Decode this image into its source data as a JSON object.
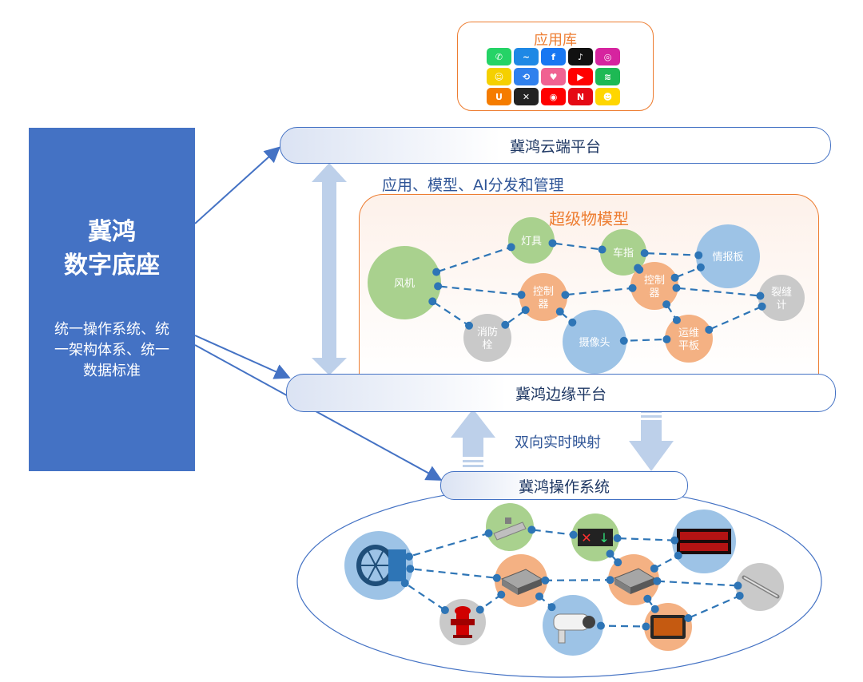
{
  "left_panel": {
    "title_line1": "冀鸿",
    "title_line2": "数字底座",
    "desc_line1": "统一操作系统、统",
    "desc_line2": "一架构体系、统一",
    "desc_line3": "数据标准"
  },
  "app_library": {
    "title": "应用库",
    "apps": [
      {
        "icon": "whatsapp-icon",
        "color": "#25D366",
        "glyph": "✆"
      },
      {
        "icon": "messenger-icon",
        "color": "#1E88E5",
        "glyph": "~"
      },
      {
        "icon": "facebook-icon",
        "color": "#1877F2",
        "glyph": "f"
      },
      {
        "icon": "tiktok-icon",
        "color": "#111111",
        "glyph": "♪"
      },
      {
        "icon": "instagram-icon",
        "color": "#D6249F",
        "glyph": "◎"
      },
      {
        "icon": "snapchat-icon",
        "color": "#F5D000",
        "glyph": "☺"
      },
      {
        "icon": "shareit-icon",
        "color": "#2F80ED",
        "glyph": "⟲"
      },
      {
        "icon": "likee-icon",
        "color": "#F06292",
        "glyph": "♥"
      },
      {
        "icon": "youtube-icon",
        "color": "#FF0000",
        "glyph": "▶"
      },
      {
        "icon": "spotify-icon",
        "color": "#1DB954",
        "glyph": "≋"
      },
      {
        "icon": "uc-browser-icon",
        "color": "#F57C00",
        "glyph": "U"
      },
      {
        "icon": "vpn-icon",
        "color": "#222222",
        "glyph": "✕"
      },
      {
        "icon": "youtube-music-icon",
        "color": "#FF0000",
        "glyph": "◉"
      },
      {
        "icon": "netflix-icon",
        "color": "#E50914",
        "glyph": "N"
      },
      {
        "icon": "hago-icon",
        "color": "#FFD600",
        "glyph": "☻"
      }
    ]
  },
  "cloud_platform": "冀鸿云端平台",
  "distribution_label": "应用、模型、AI分发和管理",
  "super_model": {
    "title": "超级物模型",
    "nodes": [
      {
        "id": "fan",
        "label_lines": [
          "风机"
        ],
        "color": "#A9D18E"
      },
      {
        "id": "lamp",
        "label_lines": [
          "灯具"
        ],
        "color": "#A9D18E"
      },
      {
        "id": "lane",
        "label_lines": [
          "车指"
        ],
        "color": "#A9D18E"
      },
      {
        "id": "board",
        "label_lines": [
          "情报板"
        ],
        "color": "#9DC3E6"
      },
      {
        "id": "ctrl1",
        "label_lines": [
          "控制",
          "器"
        ],
        "color": "#F4B183"
      },
      {
        "id": "ctrl2",
        "label_lines": [
          "控制",
          "器"
        ],
        "color": "#F4B183"
      },
      {
        "id": "crack",
        "label_lines": [
          "裂缝",
          "计"
        ],
        "color": "#C9C9C9"
      },
      {
        "id": "hydrant",
        "label_lines": [
          "消防",
          "栓"
        ],
        "color": "#C9C9C9"
      },
      {
        "id": "camera",
        "label_lines": [
          "摄像头"
        ],
        "color": "#9DC3E6"
      },
      {
        "id": "ops",
        "label_lines": [
          "运维",
          "平板"
        ],
        "color": "#F4B183"
      }
    ]
  },
  "edge_platform": "冀鸿边缘平台",
  "mapping_label": "双向实时映射",
  "os_platform": "冀鸿操作系统",
  "physical_devices": {
    "nodes": [
      {
        "id": "fan",
        "icon": "fan-device-icon",
        "color": "#9DC3E6"
      },
      {
        "id": "lamp",
        "icon": "lamp-device-icon",
        "color": "#A9D18E"
      },
      {
        "id": "lane",
        "icon": "lane-indicator-icon",
        "color": "#A9D18E"
      },
      {
        "id": "board",
        "icon": "led-board-icon",
        "color": "#9DC3E6"
      },
      {
        "id": "ctrl1",
        "icon": "controller-device-icon",
        "color": "#F4B183"
      },
      {
        "id": "ctrl2",
        "icon": "controller-device-icon",
        "color": "#F4B183"
      },
      {
        "id": "crack",
        "icon": "crack-meter-icon",
        "color": "#C9C9C9"
      },
      {
        "id": "hydrant",
        "icon": "hydrant-device-icon",
        "color": "#C9C9C9"
      },
      {
        "id": "camera",
        "icon": "camera-device-icon",
        "color": "#9DC3E6"
      },
      {
        "id": "ops",
        "icon": "tablet-device-icon",
        "color": "#F4B183"
      }
    ]
  },
  "colors": {
    "primary_blue": "#4472C4",
    "accent_orange": "#ED7D31",
    "link_blue": "#2E75B6",
    "arrow_light": "#BDD0EA"
  }
}
